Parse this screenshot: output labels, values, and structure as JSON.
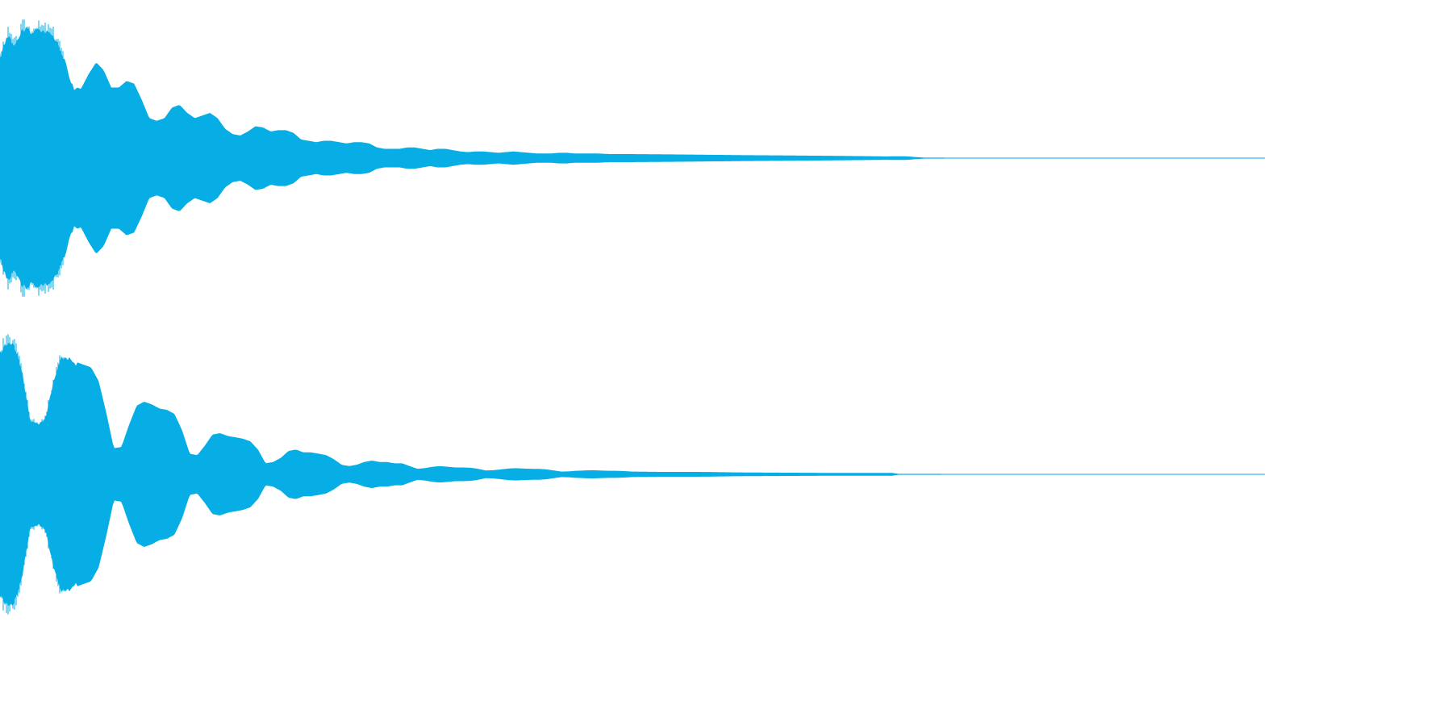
{
  "waveform": {
    "color": "#06aee5",
    "background": "#ffffff",
    "channel_count": 2,
    "channels": [
      {
        "channel": 1,
        "peak": 1.0,
        "envelope_profile": [
          [
            0.0,
            0.78
          ],
          [
            0.006,
            0.95
          ],
          [
            0.012,
            0.86
          ],
          [
            0.018,
            1.0
          ],
          [
            0.024,
            0.98
          ],
          [
            0.032,
            0.99
          ],
          [
            0.04,
            0.97
          ],
          [
            0.046,
            0.9
          ],
          [
            0.052,
            0.72
          ],
          [
            0.058,
            0.54
          ],
          [
            0.064,
            0.52
          ],
          [
            0.07,
            0.63
          ],
          [
            0.076,
            0.72
          ],
          [
            0.082,
            0.66
          ],
          [
            0.088,
            0.53
          ],
          [
            0.094,
            0.53
          ],
          [
            0.1,
            0.58
          ],
          [
            0.106,
            0.56
          ],
          [
            0.112,
            0.44
          ],
          [
            0.118,
            0.3
          ],
          [
            0.124,
            0.28
          ],
          [
            0.13,
            0.3
          ],
          [
            0.136,
            0.38
          ],
          [
            0.142,
            0.4
          ],
          [
            0.148,
            0.34
          ],
          [
            0.154,
            0.3
          ],
          [
            0.16,
            0.32
          ],
          [
            0.166,
            0.34
          ],
          [
            0.172,
            0.3
          ],
          [
            0.178,
            0.22
          ],
          [
            0.184,
            0.18
          ],
          [
            0.19,
            0.17
          ],
          [
            0.196,
            0.2
          ],
          [
            0.202,
            0.24
          ],
          [
            0.208,
            0.23
          ],
          [
            0.214,
            0.2
          ],
          [
            0.22,
            0.21
          ],
          [
            0.226,
            0.21
          ],
          [
            0.232,
            0.19
          ],
          [
            0.238,
            0.14
          ],
          [
            0.244,
            0.13
          ],
          [
            0.25,
            0.12
          ],
          [
            0.256,
            0.13
          ],
          [
            0.262,
            0.13
          ],
          [
            0.268,
            0.12
          ],
          [
            0.274,
            0.11
          ],
          [
            0.28,
            0.12
          ],
          [
            0.286,
            0.12
          ],
          [
            0.292,
            0.11
          ],
          [
            0.298,
            0.08
          ],
          [
            0.304,
            0.07
          ],
          [
            0.31,
            0.07
          ],
          [
            0.316,
            0.07
          ],
          [
            0.322,
            0.08
          ],
          [
            0.328,
            0.08
          ],
          [
            0.334,
            0.07
          ],
          [
            0.34,
            0.06
          ],
          [
            0.346,
            0.07
          ],
          [
            0.352,
            0.07
          ],
          [
            0.358,
            0.06
          ],
          [
            0.364,
            0.05
          ],
          [
            0.37,
            0.045
          ],
          [
            0.376,
            0.05
          ],
          [
            0.382,
            0.05
          ],
          [
            0.388,
            0.045
          ],
          [
            0.394,
            0.04
          ],
          [
            0.4,
            0.045
          ],
          [
            0.406,
            0.05
          ],
          [
            0.412,
            0.045
          ],
          [
            0.418,
            0.04
          ],
          [
            0.424,
            0.035
          ],
          [
            0.43,
            0.035
          ],
          [
            0.436,
            0.035
          ],
          [
            0.442,
            0.04
          ],
          [
            0.448,
            0.04
          ],
          [
            0.454,
            0.035
          ],
          [
            0.46,
            0.035
          ],
          [
            0.466,
            0.035
          ],
          [
            0.472,
            0.035
          ],
          [
            0.478,
            0.032
          ],
          [
            0.484,
            0.03
          ],
          [
            0.5,
            0.03
          ],
          [
            0.53,
            0.028
          ],
          [
            0.56,
            0.025
          ],
          [
            0.59,
            0.022
          ],
          [
            0.62,
            0.02
          ],
          [
            0.66,
            0.017
          ],
          [
            0.7,
            0.013
          ],
          [
            0.715,
            0.014
          ],
          [
            0.73,
            0.004
          ],
          [
            0.76,
            0.003
          ],
          [
            1.0,
            0.002
          ]
        ]
      },
      {
        "channel": 2,
        "peak": 1.0,
        "envelope_profile": [
          [
            0.0,
            0.92
          ],
          [
            0.006,
            0.98
          ],
          [
            0.012,
            0.96
          ],
          [
            0.018,
            0.75
          ],
          [
            0.024,
            0.4
          ],
          [
            0.03,
            0.38
          ],
          [
            0.036,
            0.42
          ],
          [
            0.042,
            0.68
          ],
          [
            0.048,
            0.88
          ],
          [
            0.054,
            0.86
          ],
          [
            0.06,
            0.82
          ],
          [
            0.066,
            0.8
          ],
          [
            0.072,
            0.78
          ],
          [
            0.078,
            0.68
          ],
          [
            0.084,
            0.45
          ],
          [
            0.09,
            0.19
          ],
          [
            0.096,
            0.2
          ],
          [
            0.102,
            0.36
          ],
          [
            0.108,
            0.5
          ],
          [
            0.114,
            0.53
          ],
          [
            0.12,
            0.51
          ],
          [
            0.126,
            0.48
          ],
          [
            0.132,
            0.47
          ],
          [
            0.138,
            0.44
          ],
          [
            0.144,
            0.32
          ],
          [
            0.15,
            0.15
          ],
          [
            0.156,
            0.14
          ],
          [
            0.162,
            0.21
          ],
          [
            0.168,
            0.29
          ],
          [
            0.174,
            0.3
          ],
          [
            0.18,
            0.28
          ],
          [
            0.186,
            0.27
          ],
          [
            0.192,
            0.26
          ],
          [
            0.198,
            0.24
          ],
          [
            0.204,
            0.18
          ],
          [
            0.21,
            0.08
          ],
          [
            0.216,
            0.09
          ],
          [
            0.222,
            0.12
          ],
          [
            0.228,
            0.17
          ],
          [
            0.234,
            0.18
          ],
          [
            0.24,
            0.16
          ],
          [
            0.246,
            0.16
          ],
          [
            0.252,
            0.15
          ],
          [
            0.258,
            0.14
          ],
          [
            0.264,
            0.11
          ],
          [
            0.27,
            0.07
          ],
          [
            0.276,
            0.06
          ],
          [
            0.282,
            0.07
          ],
          [
            0.288,
            0.09
          ],
          [
            0.294,
            0.1
          ],
          [
            0.3,
            0.09
          ],
          [
            0.306,
            0.09
          ],
          [
            0.312,
            0.08
          ],
          [
            0.318,
            0.08
          ],
          [
            0.324,
            0.06
          ],
          [
            0.33,
            0.04
          ],
          [
            0.336,
            0.045
          ],
          [
            0.342,
            0.055
          ],
          [
            0.348,
            0.06
          ],
          [
            0.354,
            0.055
          ],
          [
            0.36,
            0.05
          ],
          [
            0.366,
            0.05
          ],
          [
            0.372,
            0.048
          ],
          [
            0.378,
            0.04
          ],
          [
            0.384,
            0.028
          ],
          [
            0.39,
            0.03
          ],
          [
            0.396,
            0.036
          ],
          [
            0.402,
            0.042
          ],
          [
            0.408,
            0.045
          ],
          [
            0.414,
            0.042
          ],
          [
            0.42,
            0.04
          ],
          [
            0.426,
            0.04
          ],
          [
            0.432,
            0.036
          ],
          [
            0.438,
            0.028
          ],
          [
            0.444,
            0.02
          ],
          [
            0.45,
            0.022
          ],
          [
            0.456,
            0.026
          ],
          [
            0.462,
            0.028
          ],
          [
            0.468,
            0.03
          ],
          [
            0.474,
            0.028
          ],
          [
            0.48,
            0.026
          ],
          [
            0.486,
            0.026
          ],
          [
            0.492,
            0.024
          ],
          [
            0.5,
            0.02
          ],
          [
            0.52,
            0.018
          ],
          [
            0.54,
            0.018
          ],
          [
            0.56,
            0.017
          ],
          [
            0.58,
            0.014
          ],
          [
            0.6,
            0.013
          ],
          [
            0.62,
            0.012
          ],
          [
            0.66,
            0.01
          ],
          [
            0.7,
            0.01
          ],
          [
            0.705,
            0.011
          ],
          [
            0.71,
            0.004
          ],
          [
            0.76,
            0.003
          ],
          [
            1.0,
            0.002
          ]
        ]
      }
    ]
  }
}
